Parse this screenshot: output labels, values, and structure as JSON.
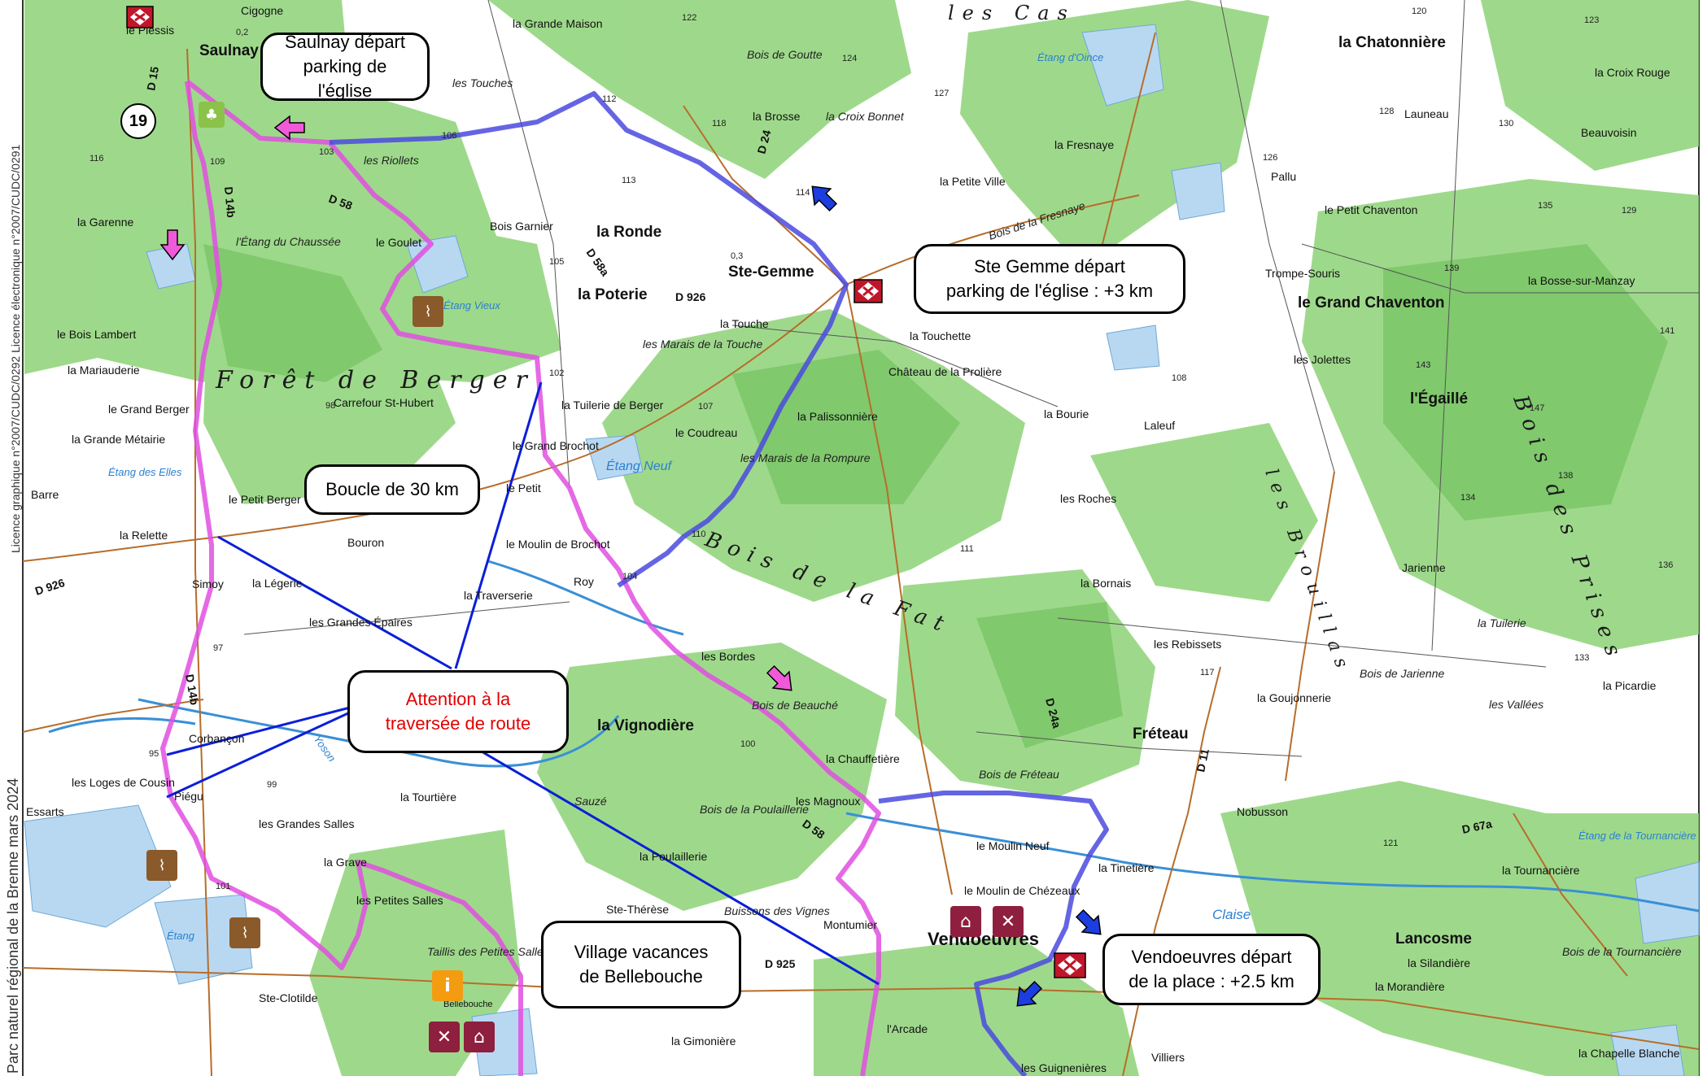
{
  "side_text": {
    "left_edge_top": "Licence graphique n°2007/CUDC/0292 Licence électronique n°2007/CUDC/0291",
    "left_edge_bottom": "Parc naturel régional de la Brenne mars 2024"
  },
  "map": {
    "colors": {
      "forest": "#8fd17a",
      "forest_dark": "#6ebd5c",
      "water": "#b8d8f2",
      "route_main": "#e04fe0",
      "route_connector": "#4a4adf",
      "annotation_line": "#0a1fd8",
      "road": "#b76d2a"
    },
    "forest_names": [
      "Forêt de Berger",
      "Bois de la Fat",
      "Bois des Prises",
      "les Brouillas",
      "les Cas"
    ],
    "places": [
      "Saulnay",
      "la Grande Maison",
      "la Chatonnière",
      "la Croix Rouge",
      "les Touches",
      "Bois de Goutte",
      "la Brosse",
      "la Croix Bonnet",
      "Launeau",
      "Beauvoisin",
      "la Fresnaye",
      "la Petite Ville",
      "Pallu",
      "le Petit Chaventon",
      "la Garenne",
      "le Goulet",
      "la Ronde",
      "Bois Garnier",
      "les Riollets",
      "Bois de la Fresnaye",
      "Trompe-Souris",
      "le Grand Chaventon",
      "la Bosse-sur-Manzay",
      "l'Étang du Chaussée",
      "Ste-Gemme",
      "la Poterie",
      "la Touche",
      "les Marais de la Touche",
      "la Touchette",
      "les Jolettes",
      "le Bois Lambert",
      "la Mariauderie",
      "Château de la Prolière",
      "l'Égaillé",
      "le Grand Berger",
      "Carrefour St-Hubert",
      "la Tuilerie de Berger",
      "la Palissonnière",
      "la Grande Métairie",
      "le Coudreau",
      "les Marais de la Rompure",
      "la Bourie",
      "Laleuf",
      "Barre",
      "le Petit Berger",
      "le Grand Brochot",
      "le Petit",
      "les Roches",
      "la Relette",
      "le Moulin de Brochot",
      "Bouron",
      "Roy",
      "la Bornais",
      "Jarienne",
      "Simoy",
      "la Légerie",
      "la Traverserie",
      "les Grandes Épaires",
      "les Rebissets",
      "la Tuilerie",
      "les Bordes",
      "Bois de Jarienne",
      "les Vallées",
      "la Goujonnerie",
      "la Picardie",
      "Fréteau",
      "Bois de Beauché",
      "la Vignodière",
      "Corbançon",
      "Piégu",
      "les Loges de Cousin",
      "la Chauffetière",
      "Bois de Fréteau",
      "la Tourtière",
      "Sauzé",
      "les Magnoux",
      "les Grandes Salles",
      "la Grave",
      "Bois de la Poulaillerie",
      "le Moulin Neuf",
      "Nobusson",
      "la Tinetière",
      "la Poulaillerie",
      "le Moulin de Chézeaux",
      "la Tournancière",
      "les Petites Salles",
      "Ste-Thérèse",
      "Buissons des Vignes",
      "Montumier",
      "Vendoeuvres",
      "Lancosme",
      "Taillis des Petites Salles",
      "la Silandière",
      "Bois de la Tournancière",
      "la Morandière",
      "Ste-Clotilde",
      "Bellebouche",
      "la Gimonière",
      "l'Arcade",
      "Villiers",
      "les Guignenières",
      "la Chapelle Blanche",
      "Essarts",
      "Cigogne",
      "le Plessis"
    ],
    "water_names": [
      "Étang d'Oince",
      "Étang Vieux",
      "Étang Neuf",
      "Étang des Elles",
      "Étang de la Tournancière",
      "Claise",
      "Yoson",
      "Étang"
    ],
    "road_numbers": [
      "D 15",
      "D 14b",
      "D 58",
      "D 58a",
      "D 926",
      "D 24",
      "D 925",
      "D 24a",
      "D 11",
      "D 67a",
      "D 926",
      "D 14b",
      "D 58"
    ],
    "elevations": [
      "122",
      "120",
      "123",
      "124",
      "127",
      "112",
      "106",
      "103",
      "109",
      "116",
      "118",
      "114",
      "128",
      "130",
      "126",
      "135",
      "129",
      "113",
      "105",
      "108",
      "139",
      "141",
      "102",
      "98",
      "107",
      "110",
      "111",
      "104",
      "97",
      "95",
      "99",
      "101",
      "100",
      "117",
      "133",
      "136",
      "134",
      "138",
      "143",
      "147",
      "121",
      "0,2",
      "0,3"
    ],
    "icons": {
      "route_number": "19",
      "trailhead_markers": [
        "saulnay-start-icon",
        "ste-gemme-start-icon",
        "vendoeuvres-start-icon",
        "northwest-corner-start-icon"
      ],
      "direction_arrows": [
        "pink-arrow-west",
        "pink-arrow-south",
        "pink-arrow-northeast",
        "blue-arrow-northwest",
        "blue-arrow-northeast",
        "blue-arrow-southwest"
      ],
      "poi": [
        "picnic-area-icon",
        "viewpoint-hide-icon",
        "viewpoint-hide-icon",
        "viewpoint-hide-icon",
        "info-point-icon",
        "restaurant-icon",
        "accommodation-icon"
      ]
    }
  },
  "callouts": {
    "saulnay": [
      "Saulnay départ",
      "parking de l'église"
    ],
    "ste_gemme": [
      "Ste Gemme départ",
      "parking de l'église : +3 km"
    ],
    "boucle": [
      "Boucle de 30 km"
    ],
    "attention": [
      "Attention à la",
      "traversée de route"
    ],
    "village": [
      "Village vacances",
      "de Bellebouche"
    ],
    "vendoeuvres": [
      "Vendoeuvres départ",
      "de la place : +2.5 km"
    ]
  }
}
